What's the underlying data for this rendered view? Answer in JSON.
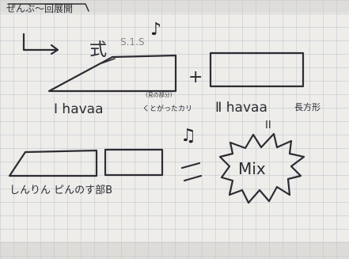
{
  "top_note": "ぜんぶ～回展開",
  "formula_label": "式",
  "faint_label": "S.1.S",
  "label_half_left": "Ⅰ havaa",
  "label_half_left_small": "(見の部分)",
  "label_half_left_ruby": "くとがったカリ",
  "label_half_right": "Ⅱ havaa",
  "label_half_right_note": "長方形",
  "plus_sign": "+",
  "equals_sign": "=",
  "bottom_caption": "しんりん ピんのす部B",
  "mix_label": "Mix",
  "double_line_mark": "II",
  "music_notes": [
    "♪",
    "♫"
  ]
}
